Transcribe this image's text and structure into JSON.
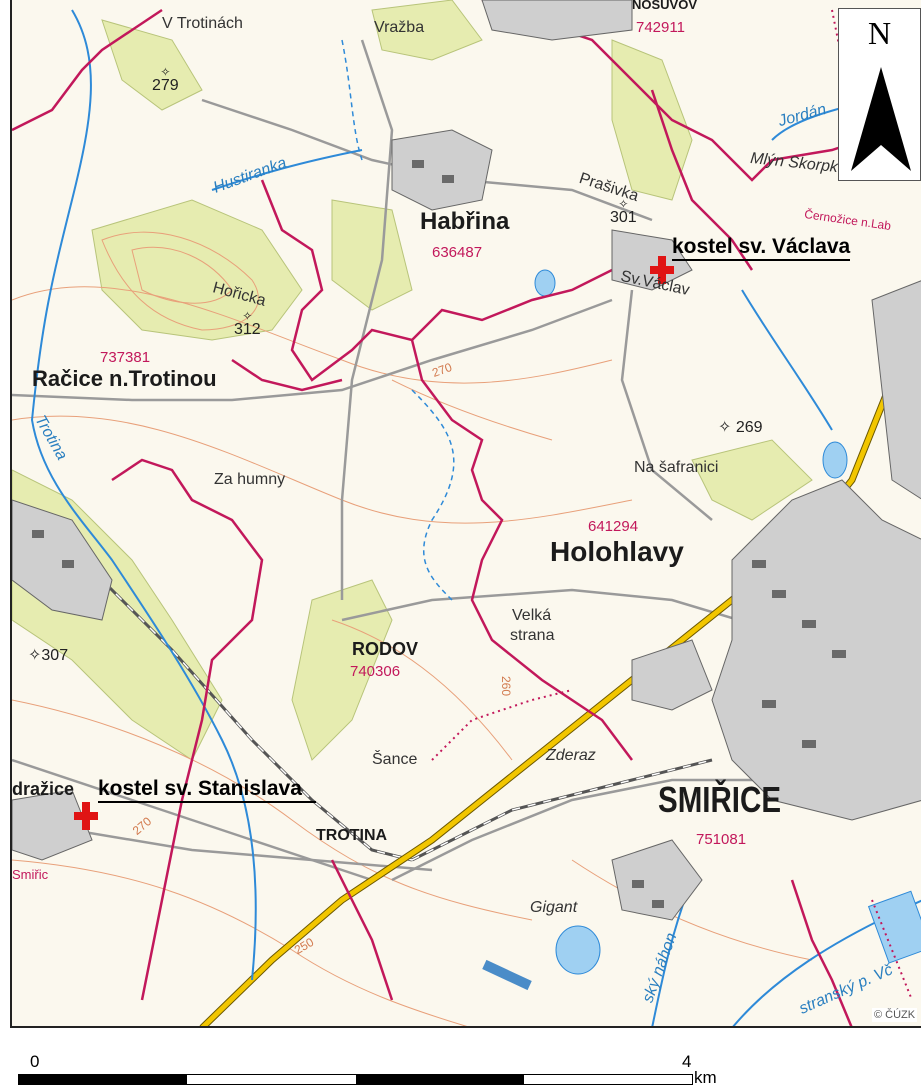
{
  "map": {
    "places": {
      "habrina": {
        "name": "Habřina",
        "code": "636487"
      },
      "racice": {
        "name": "Račice n.Trotinou",
        "code": "737381"
      },
      "holohlavy": {
        "name": "Holohlavy",
        "code": "641294"
      },
      "rodov": {
        "name": "RODOV",
        "code": "740306"
      },
      "smirice": {
        "name": "SMIŘICE",
        "code": "751081"
      },
      "trotina": {
        "name": "TROTINA"
      },
      "nosuvov": {
        "name": "NOSUVOV",
        "code": "742911"
      },
      "drazice": {
        "name": "dražice"
      },
      "smiric_partial": {
        "name": "Smiřic"
      },
      "cernozice": {
        "name": "Černožice n.Lab"
      }
    },
    "local_names": {
      "v_trotinach": "V Trotinách",
      "vrazba": "Vražba",
      "prasivka": "Prašivka",
      "sv_vaclav": "Sv.Václav",
      "horicka": "Hořicka",
      "za_humny": "Za humny",
      "na_safranici": "Na šafranici",
      "velka_strana": "Velká strana",
      "sance": "Šance",
      "zderaz": "Zderaz",
      "gigant": "Gigant",
      "mlyn": "Mlýn Skorpka"
    },
    "water": {
      "hustiranka": "Hustiranka",
      "trotina_river": "Trotina",
      "jordan": "Jordán",
      "nahon": "ský náhon",
      "potok": "stranský p. Vč"
    },
    "spot_heights": {
      "h279": "279",
      "h301": "301",
      "h312": "312",
      "h269": "269",
      "h307": "307"
    },
    "contours": {
      "c270a": "270",
      "c270b": "270",
      "c260": "260",
      "c250": "250"
    }
  },
  "callouts": {
    "vaclav": "kostel sv. Václava",
    "stanislav": "kostel sv. Stanislava"
  },
  "north": {
    "letter": "N"
  },
  "scale": {
    "zero": "0",
    "max": "4",
    "unit": "km",
    "segments": 4
  },
  "copyright": "© ČÚZK",
  "colors": {
    "forest": "#e6ecb0",
    "water": "#2e8ad8",
    "boundary": "#c2185b",
    "road_major": "#f2c600",
    "contour": "#e8a07a",
    "church": "#e01414"
  }
}
